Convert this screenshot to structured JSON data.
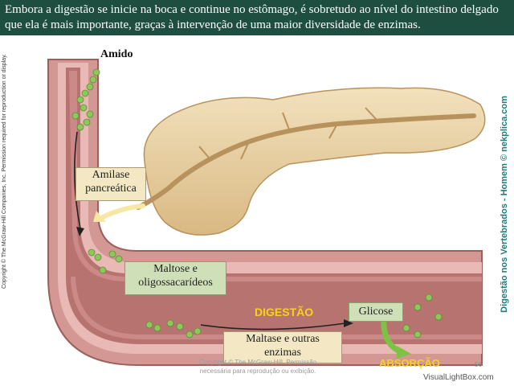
{
  "banner": {
    "text": "Embora a digestão se inicie na boca e continue no estômago, é sobretudo ao nível do intestino delgado que ela é mais importante, graças à intervenção de uma maior diversidade de enzimas."
  },
  "labels": {
    "amido": "Amido",
    "amilase_line1": "Amilase",
    "amilase_line2": "pancreática",
    "maltose_line1": "Maltose e",
    "maltose_line2": "oligossacarídeos",
    "digestao": "DIGESTÃO",
    "glicose": "Glicose",
    "maltase_line1": "Maltase e outras",
    "maltase_line2": "enzimas",
    "absorcao": "ABSORÇÃO"
  },
  "side_text": {
    "left": "Copyright © The McGraw-Hill Companies, Inc. Permission required for reproduction or display.",
    "right": "Digestão nos Vertebrados - Homem © nekplica.com"
  },
  "footer": {
    "watermark_line1": "Copyright © The McGraw-Hill. Permissão",
    "watermark_line2": "necessária para reprodução ou exibição.",
    "page_number": "56",
    "site": "VisualLightBox.com"
  },
  "colors": {
    "banner_bg": "#1d4e3f",
    "intestine_outer": "#c98c8c",
    "intestine_wall": "#e3a9a6",
    "intestine_lumen": "#b87472",
    "pancreas": "#e8d1a4",
    "duct": "#c9a26c",
    "starch_beads": "#8fc75a",
    "label_yellow": "#f6d21a",
    "arrow_fill": "#f8e7a3"
  },
  "icons": {
    "left_arrow": "curved-down-arrow",
    "right_arrow": "right-arrow",
    "enzyme_arrow": "yellow-left-arrow",
    "absorption_arrow": "green-curved-arrow"
  }
}
